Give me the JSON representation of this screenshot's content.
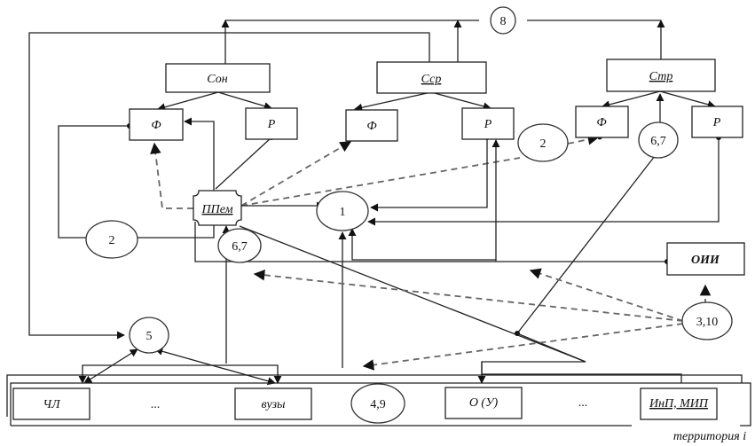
{
  "diagram": {
    "top_blocks": [
      {
        "id": "s_on",
        "label": "Сон"
      },
      {
        "id": "s_sr",
        "label": "Сср"
      },
      {
        "id": "s_tr",
        "label": "Стр"
      }
    ],
    "sub_blocks": [
      {
        "id": "f1",
        "label": "Ф"
      },
      {
        "id": "p1",
        "label": "Р"
      },
      {
        "id": "f2",
        "label": "Ф"
      },
      {
        "id": "p2",
        "label": "Р"
      },
      {
        "id": "f3",
        "label": "Ф"
      },
      {
        "id": "p3",
        "label": "Р"
      }
    ],
    "center_block": {
      "label": "ППем"
    },
    "oii_block": {
      "label": "ОИИ"
    },
    "ovals": {
      "n8": "8",
      "n1": "1",
      "n2_left": "2",
      "n2_right": "2",
      "n67_left": "6,7",
      "n67_right": "6,7",
      "n5": "5",
      "n310": "3,10",
      "n49": "4,9"
    },
    "bottom_row": {
      "items": [
        "ЧЛ",
        "...",
        "вузы",
        "О (У)",
        "...",
        "ИнП, МИП"
      ],
      "caption": "территория i"
    }
  }
}
